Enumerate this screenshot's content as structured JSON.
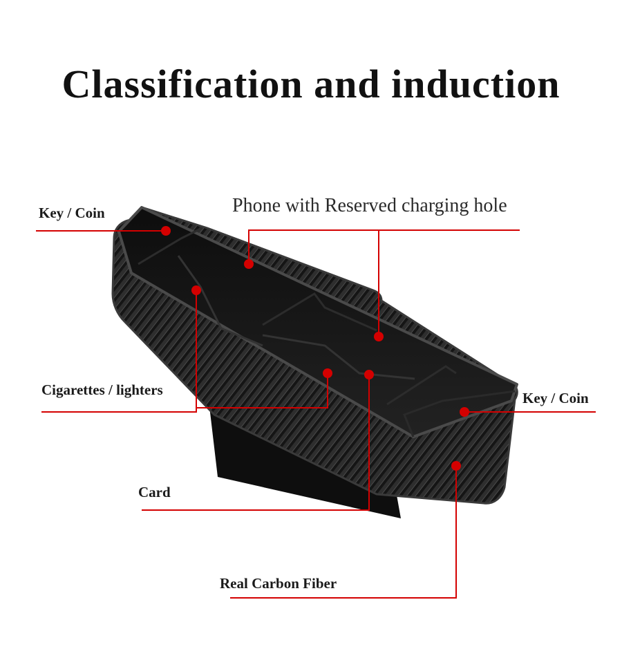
{
  "title": "Classification and induction",
  "labels": {
    "key_coin_left": "Key / Coin",
    "phone_hole": "Phone with Reserved charging hole",
    "cigarettes": "Cigarettes / lighters",
    "key_coin_right": "Key / Coin",
    "card": "Card",
    "carbon_fiber": "Real Carbon Fiber"
  },
  "colors": {
    "leader": "#d40000",
    "organizer_body": "#1b1b1b",
    "organizer_rim": "#3a3a3a",
    "background": "#ffffff"
  }
}
